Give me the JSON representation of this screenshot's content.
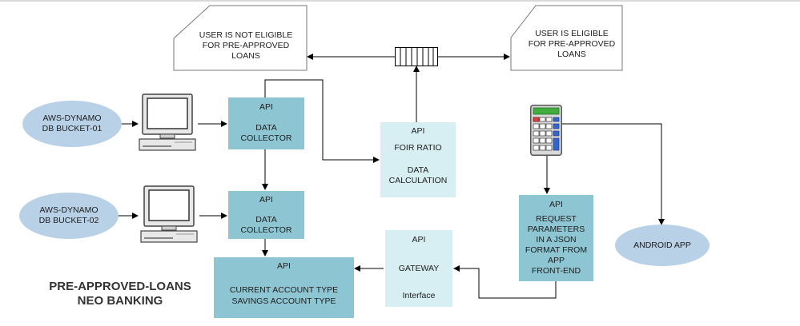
{
  "title": {
    "line1": "PRE-APPROVED-LOANS",
    "line2": "NEO BANKING"
  },
  "notes": {
    "not_eligible": [
      "USER IS NOT ELIGIBLE",
      "FOR PRE-APPROVED",
      "LOANS"
    ],
    "eligible": [
      "USER IS ELIGIBLE",
      "FOR PRE-APPROVED",
      "LOANS"
    ]
  },
  "sources": {
    "bucket1": [
      "AWS-DYNAMO",
      "DB BUCKET-01"
    ],
    "bucket2": [
      "AWS-DYNAMO",
      "DB BUCKET-02"
    ]
  },
  "collector1": [
    "API",
    "DATA",
    "COLLECTOR"
  ],
  "collector2": [
    "API",
    "DATA",
    "COLLECTOR"
  ],
  "foir": [
    "API",
    "FOIR RATIO",
    "DATA",
    "CALCULATION"
  ],
  "gateway": [
    "API",
    "GATEWAY",
    "Interface"
  ],
  "request": [
    "API",
    "REQUEST",
    "PARAMETERS",
    "IN A JSON",
    "FORMAT FROM",
    "APP",
    "FRONT-END"
  ],
  "account": [
    "API",
    "CURRENT ACCOUNT TYPE",
    "SAVINGS ACCOUNT TYPE"
  ],
  "android": "ANDROID APP",
  "icons": [
    "computer-icon",
    "computer-icon",
    "queue-icon",
    "calculator-icon"
  ],
  "colors": {
    "dark_box": "#8ec5d2",
    "light_box": "#d7eef2",
    "ellipse": "#b8d1e7"
  }
}
